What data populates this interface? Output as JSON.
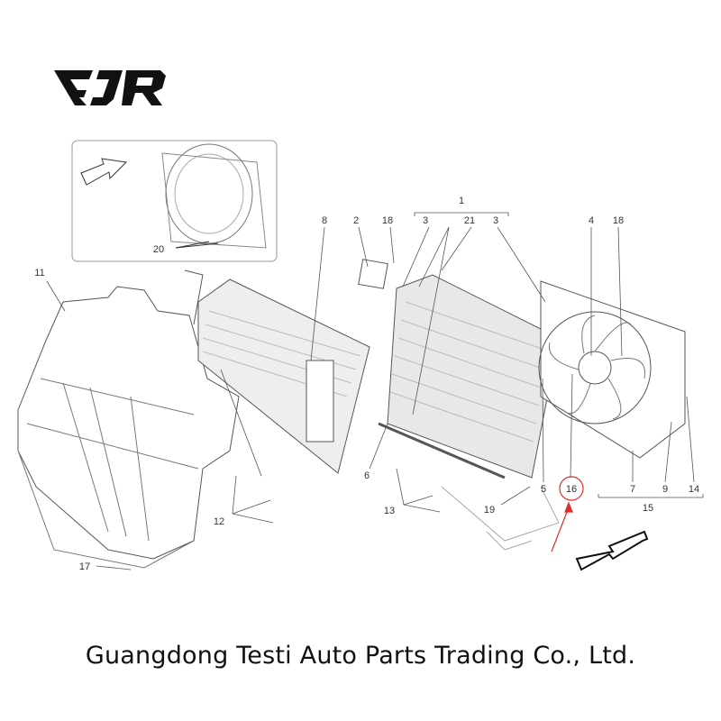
{
  "logo": {
    "text": "EJR"
  },
  "diagram": {
    "callouts": [
      "1",
      "2",
      "18",
      "3",
      "21",
      "3",
      "4",
      "18",
      "8",
      "11",
      "20",
      "6",
      "5",
      "16",
      "7",
      "9",
      "14",
      "15",
      "13",
      "19",
      "12",
      "17"
    ],
    "highlighted_callout": "16",
    "highlight_color": "#d9302c"
  },
  "footer": {
    "company": "Guangdong Testi Auto Parts Trading Co., Ltd."
  }
}
